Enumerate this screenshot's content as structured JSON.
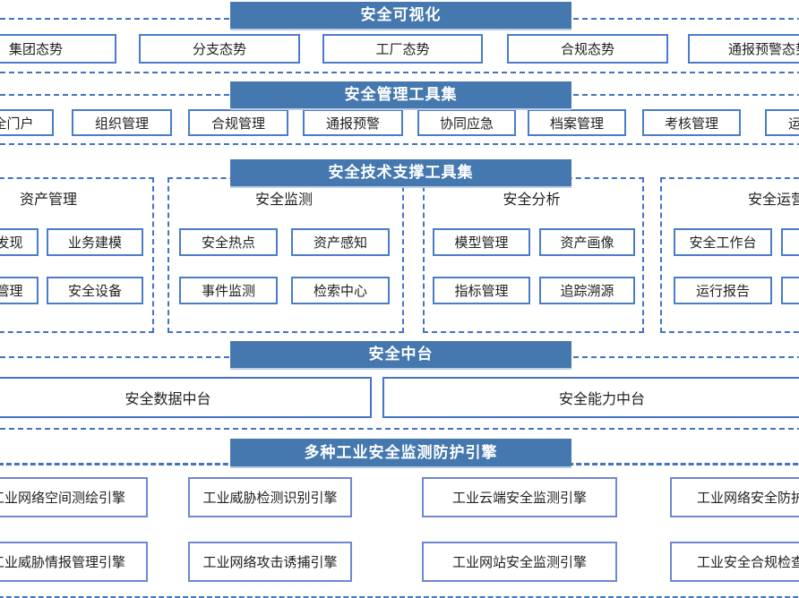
{
  "palette": {
    "banner_bg": "#4478ae",
    "banner_text": "#ffffff",
    "box_border": "#4a7cc7",
    "engine_border": "#6f87d0",
    "dash_border": "#4472c4",
    "text": "#1f1f1f",
    "background": "#ffffff"
  },
  "s1": {
    "banner": "安全可视化",
    "items": [
      "集团态势",
      "分支态势",
      "工厂态势",
      "合规态势",
      "通报预警态势"
    ]
  },
  "s2": {
    "banner": "安全管理工具集",
    "items": [
      "安全门户",
      "组织管理",
      "合规管理",
      "通报预警",
      "协同应急",
      "档案管理",
      "考核管理",
      "运维管理"
    ]
  },
  "s3": {
    "banner": "安全技术支撑工具集",
    "groups": [
      {
        "title": "资产管理",
        "items": [
          "资产发现",
          "业务建模",
          "资产管理",
          "安全设备"
        ]
      },
      {
        "title": "安全监测",
        "items": [
          "安全热点",
          "资产感知",
          "事件监测",
          "检索中心"
        ]
      },
      {
        "title": "安全分析",
        "items": [
          "模型管理",
          "资产画像",
          "指标管理",
          "追踪溯源"
        ]
      },
      {
        "title": "安全运营",
        "items": [
          "安全工作台",
          "",
          "运行报告",
          ""
        ]
      }
    ]
  },
  "s4": {
    "banner": "安全中台",
    "items": [
      "安全数据中台",
      "安全能力中台"
    ]
  },
  "s5": {
    "banner": "多种工业安全监测防护引擎",
    "items": [
      "工业网络空间测绘引擎",
      "工业威胁检测识别引擎",
      "工业云端安全监测引擎",
      "工业网络安全防护引擎",
      "工业威胁情报管理引擎",
      "工业网络攻击诱捕引擎",
      "工业网站安全监测引擎",
      "工业安全合规检查引擎"
    ]
  }
}
